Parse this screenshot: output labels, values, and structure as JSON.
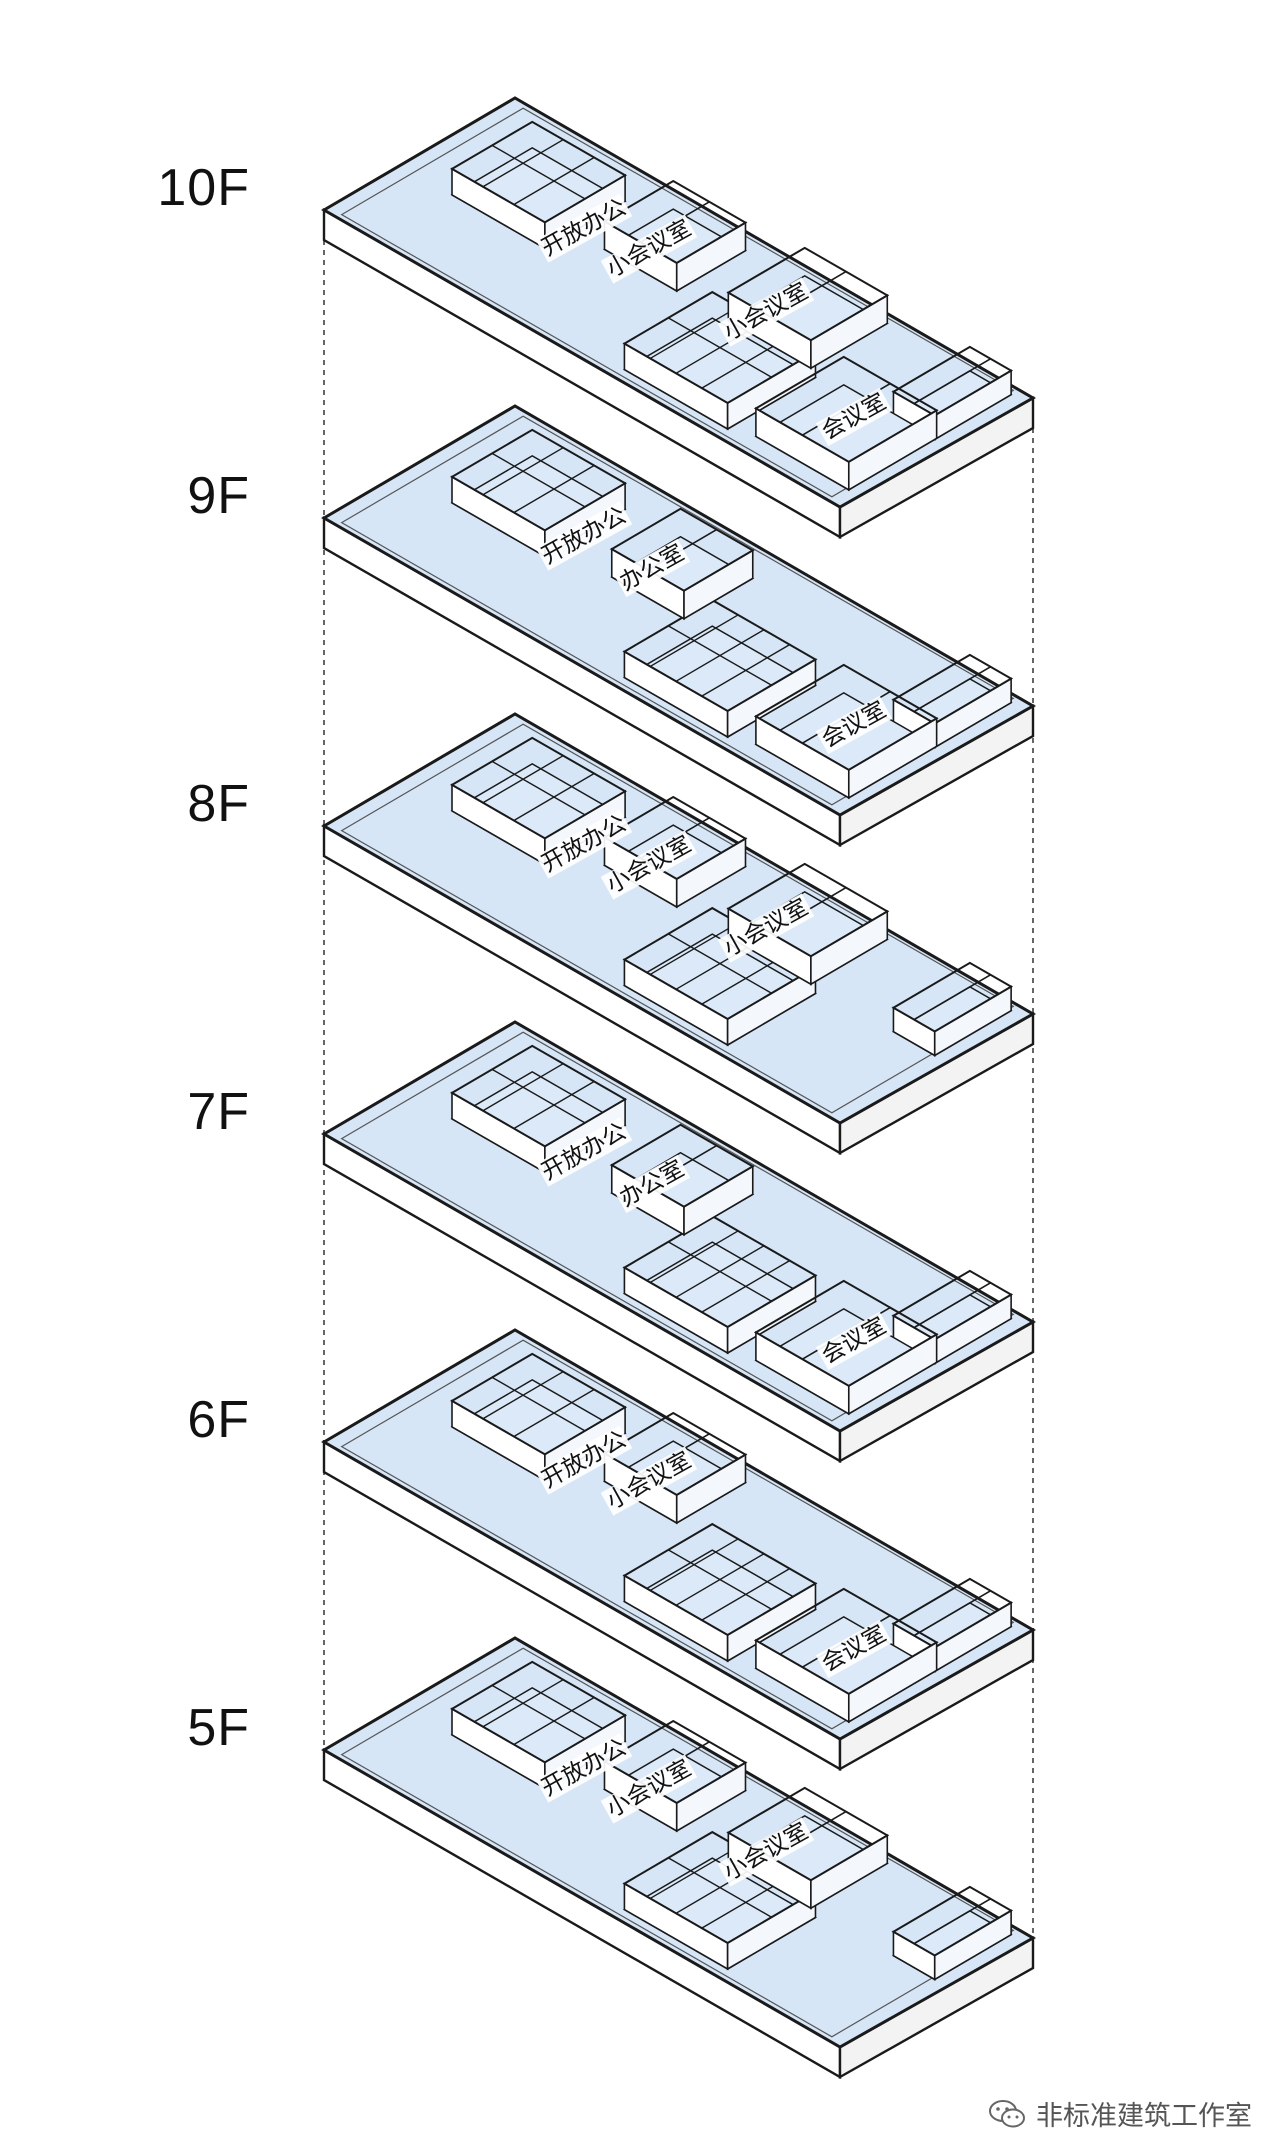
{
  "floors": [
    {
      "label": "10F",
      "rooms": [
        {
          "name": "开放办公",
          "kind": "open"
        },
        {
          "name": "小会议室",
          "kind": "small-meeting-left"
        },
        {
          "name": "小会议室",
          "kind": "small-meeting-right"
        },
        {
          "name": "会议室",
          "kind": "meeting"
        }
      ]
    },
    {
      "label": "9F",
      "rooms": [
        {
          "name": "开放办公",
          "kind": "open"
        },
        {
          "name": "办公室",
          "kind": "office"
        },
        {
          "name": "会议室",
          "kind": "meeting"
        }
      ]
    },
    {
      "label": "8F",
      "rooms": [
        {
          "name": "开放办公",
          "kind": "open"
        },
        {
          "name": "小会议室",
          "kind": "small-meeting-left"
        },
        {
          "name": "小会议室",
          "kind": "small-meeting-right"
        }
      ]
    },
    {
      "label": "7F",
      "rooms": [
        {
          "name": "开放办公",
          "kind": "open"
        },
        {
          "name": "办公室",
          "kind": "office"
        },
        {
          "name": "会议室",
          "kind": "meeting"
        }
      ]
    },
    {
      "label": "6F",
      "rooms": [
        {
          "name": "开放办公",
          "kind": "open"
        },
        {
          "name": "小会议室",
          "kind": "small-meeting-left"
        },
        {
          "name": "会议室",
          "kind": "meeting"
        }
      ]
    },
    {
      "label": "5F",
      "rooms": [
        {
          "name": "开放办公",
          "kind": "open"
        },
        {
          "name": "小会议室",
          "kind": "small-meeting-left"
        },
        {
          "name": "小会议室",
          "kind": "small-meeting-right"
        }
      ]
    }
  ],
  "watermark": {
    "text": "非标准建筑工作室",
    "icon": "wechat-icon"
  },
  "colors": {
    "slab_top": "#d6e6f7",
    "slab_side": "#ffffff",
    "line": "#1a1a1a"
  }
}
